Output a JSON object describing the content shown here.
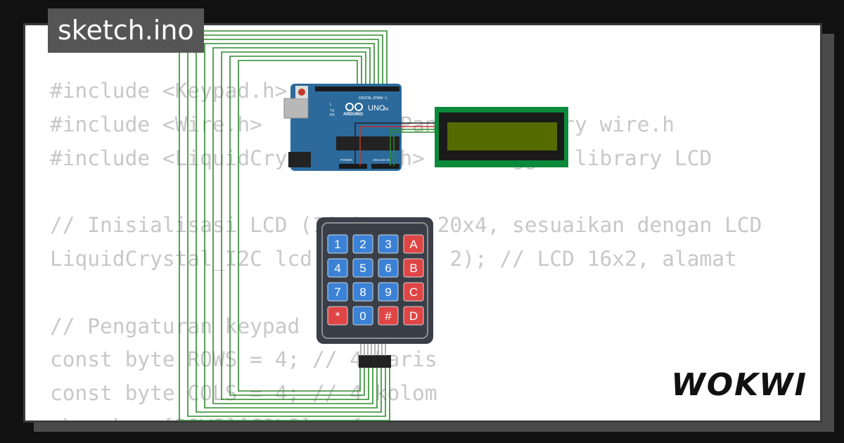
{
  "title": "sketch.ino",
  "brand": "WOKWI",
  "code_lines": [
    "#include <Keypad.h>",
    "#include <Wire.h>        // Panggil library wire.h",
    "#include <LiquidCrystal_I2C.h> // Panggil library LCD",
    "",
    "// Inisialisasi LCD (16x2 atau 20x4, sesuaikan dengan LCD",
    "LiquidCrystal_I2C lcd(0x27, 16, 2); // LCD 16x2, alamat",
    "",
    "// Pengaturan keypad",
    "const byte ROWS = 4; // 4 baris",
    "const byte COLS = 4; // 4 kolom",
    "char keys[ROWS][COLS] = {"
  ],
  "arduino": {
    "board": "UNO",
    "maker": "ARDUINO",
    "digital_label": "DIGITAL (PWM ~)",
    "power_label": "POWER",
    "analog_label": "ANALOG IN",
    "led_labels": [
      "L",
      "TX",
      "RX",
      "ON"
    ]
  },
  "keypad": {
    "keys": [
      "1",
      "2",
      "3",
      "A",
      "4",
      "5",
      "6",
      "B",
      "7",
      "8",
      "9",
      "C",
      "*",
      "0",
      "#",
      "D"
    ]
  },
  "colors": {
    "wire": "#2e8b2e",
    "board": "#2b6a9b",
    "lcd_pcb": "#0a8a3a",
    "lcd_screen": "#556b00",
    "key_number": "#3b82d6",
    "key_letter": "#e04545"
  }
}
